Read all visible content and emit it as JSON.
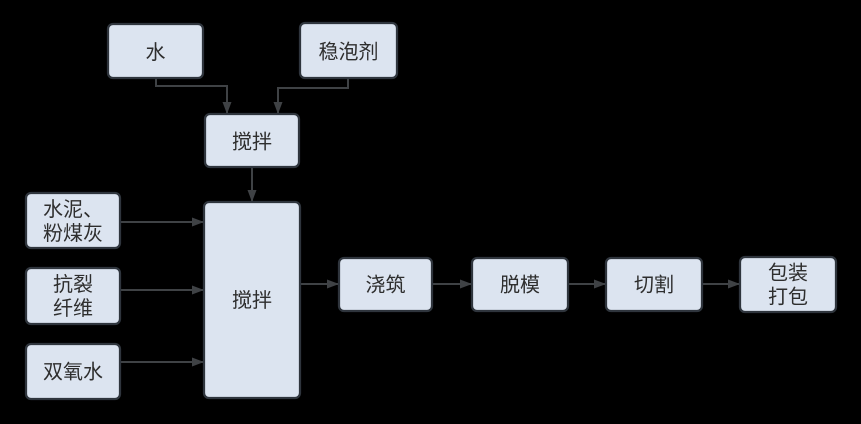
{
  "diagram": {
    "type": "flowchart",
    "colors": {
      "background": "#000000",
      "node_fill": "#dce4f0",
      "node_border": "#2f353d",
      "arrow_color": "#3f4245",
      "text_color": "#2e2e2e"
    },
    "nodes": [
      {
        "id": "water",
        "label": "水"
      },
      {
        "id": "foam-stabilizer",
        "label": "稳泡剂"
      },
      {
        "id": "mixing-1",
        "label": "搅拌"
      },
      {
        "id": "cement-flyash",
        "lines": [
          "水泥、",
          "粉煤灰"
        ]
      },
      {
        "id": "anticrack-fiber",
        "lines": [
          "抗裂",
          "纤维"
        ]
      },
      {
        "id": "hydrogen-peroxide",
        "label": "双氧水"
      },
      {
        "id": "mixing-2",
        "label": "搅拌"
      },
      {
        "id": "casting",
        "label": "浇筑"
      },
      {
        "id": "demolding",
        "label": "脱模"
      },
      {
        "id": "cutting",
        "label": "切割"
      },
      {
        "id": "packing",
        "lines": [
          "包装",
          "打包"
        ]
      }
    ],
    "edges": [
      {
        "from": "water",
        "to": "mixing-1"
      },
      {
        "from": "foam-stabilizer",
        "to": "mixing-1"
      },
      {
        "from": "mixing-1",
        "to": "mixing-2"
      },
      {
        "from": "cement-flyash",
        "to": "mixing-2"
      },
      {
        "from": "anticrack-fiber",
        "to": "mixing-2"
      },
      {
        "from": "hydrogen-peroxide",
        "to": "mixing-2"
      },
      {
        "from": "mixing-2",
        "to": "casting"
      },
      {
        "from": "casting",
        "to": "demolding"
      },
      {
        "from": "demolding",
        "to": "cutting"
      },
      {
        "from": "cutting",
        "to": "packing"
      }
    ]
  }
}
